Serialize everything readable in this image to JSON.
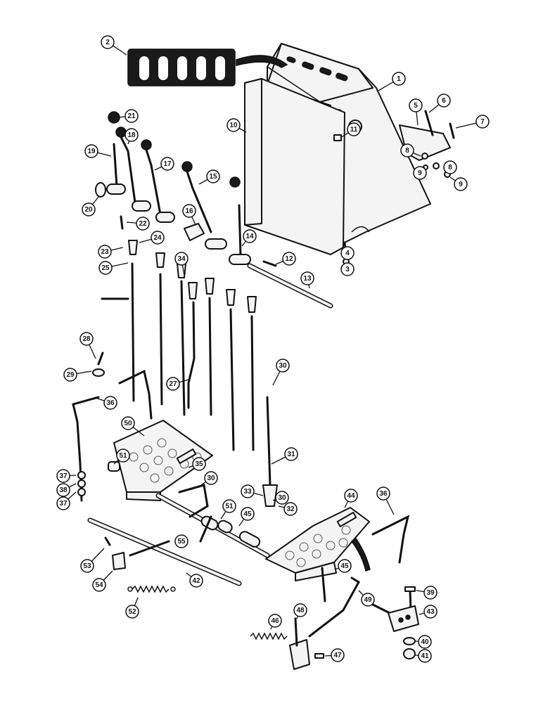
{
  "callouts": [
    {
      "n": "1"
    },
    {
      "n": "2"
    },
    {
      "n": "3"
    },
    {
      "n": "4"
    },
    {
      "n": "5"
    },
    {
      "n": "6"
    },
    {
      "n": "7"
    },
    {
      "n": "8"
    },
    {
      "n": "9"
    },
    {
      "n": "8"
    },
    {
      "n": "9"
    },
    {
      "n": "10"
    },
    {
      "n": "11"
    },
    {
      "n": "12"
    },
    {
      "n": "13"
    },
    {
      "n": "14"
    },
    {
      "n": "15"
    },
    {
      "n": "16"
    },
    {
      "n": "17"
    },
    {
      "n": "18"
    },
    {
      "n": "19"
    },
    {
      "n": "20"
    },
    {
      "n": "21"
    },
    {
      "n": "22"
    },
    {
      "n": "23"
    },
    {
      "n": "24"
    },
    {
      "n": "25"
    },
    {
      "n": "27"
    },
    {
      "n": "28"
    },
    {
      "n": "29"
    },
    {
      "n": "30"
    },
    {
      "n": "30"
    },
    {
      "n": "30"
    },
    {
      "n": "31"
    },
    {
      "n": "32"
    },
    {
      "n": "33"
    },
    {
      "n": "34"
    },
    {
      "n": "35"
    },
    {
      "n": "36"
    },
    {
      "n": "36"
    },
    {
      "n": "37"
    },
    {
      "n": "38"
    },
    {
      "n": "37"
    },
    {
      "n": "39"
    },
    {
      "n": "40"
    },
    {
      "n": "41"
    },
    {
      "n": "42"
    },
    {
      "n": "43"
    },
    {
      "n": "44"
    },
    {
      "n": "45"
    },
    {
      "n": "45"
    },
    {
      "n": "46"
    },
    {
      "n": "47"
    },
    {
      "n": "48"
    },
    {
      "n": "49"
    },
    {
      "n": "50"
    },
    {
      "n": "51"
    },
    {
      "n": "51"
    },
    {
      "n": "52"
    },
    {
      "n": "53"
    },
    {
      "n": "54"
    },
    {
      "n": "55"
    }
  ],
  "colors": {
    "ink": "#111111",
    "paper": "#ffffff",
    "fill": "#f4f4f4"
  }
}
